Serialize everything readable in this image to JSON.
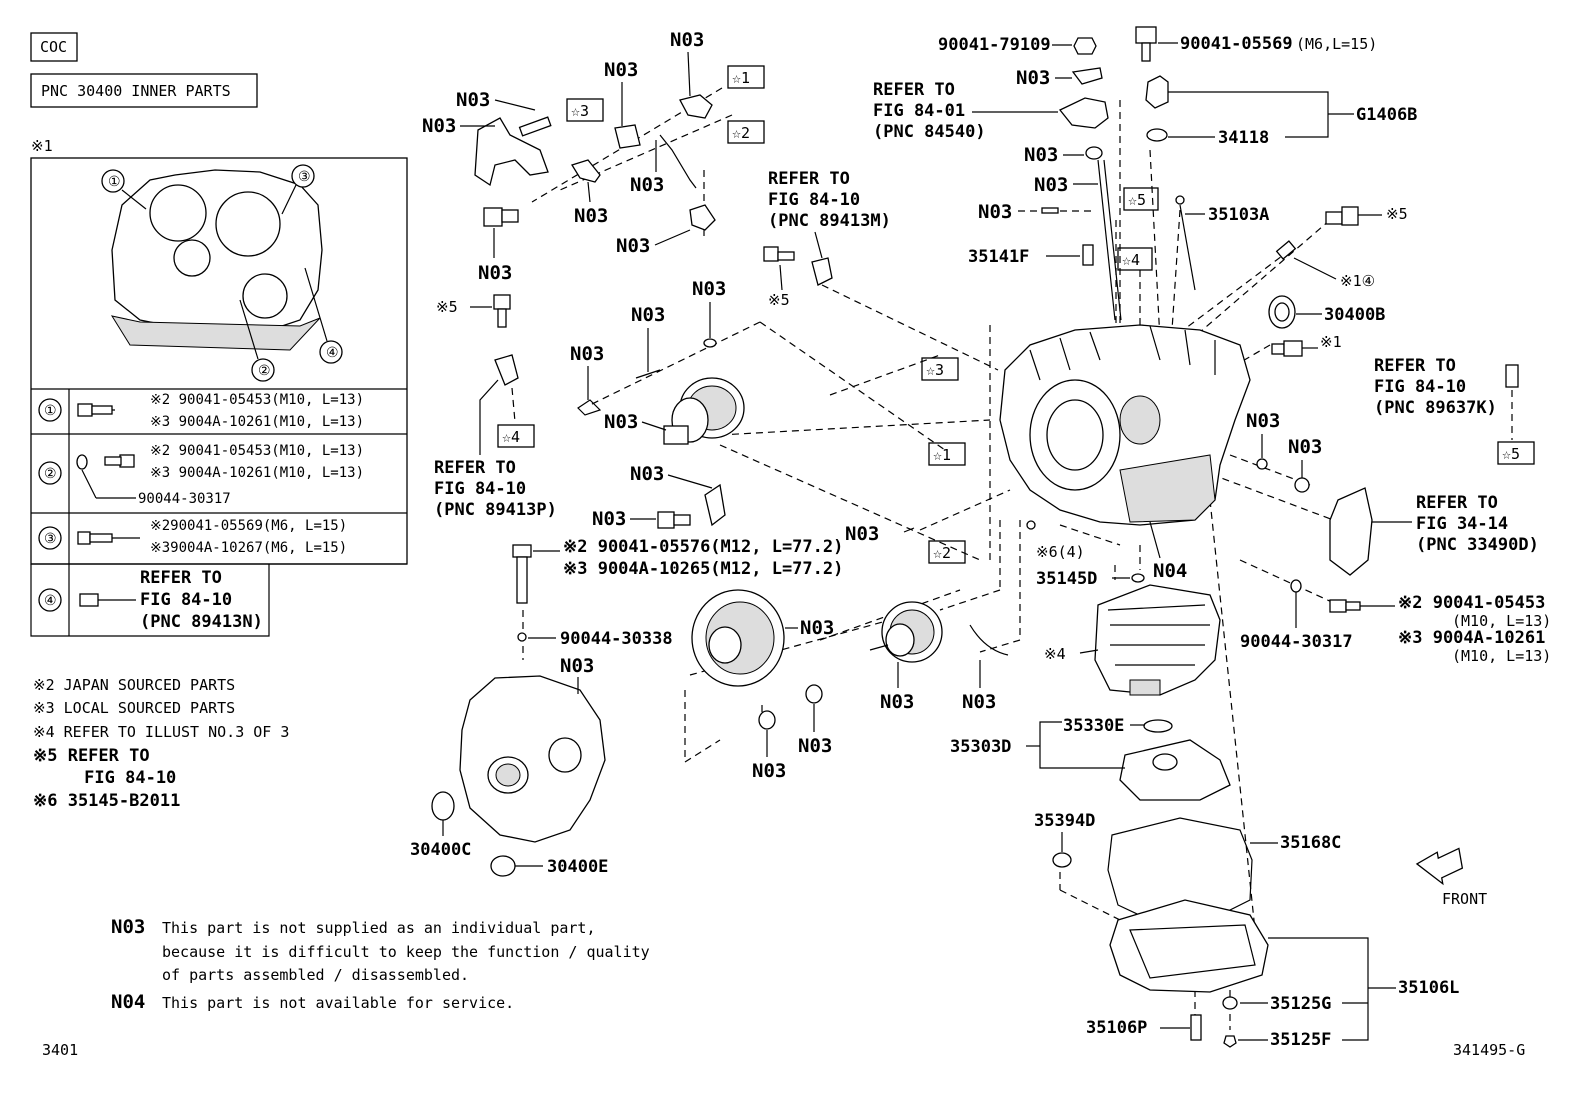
{
  "header": {
    "code": "COC",
    "pnc_title": "PNC 30400 INNER PARTS",
    "note_ref": "※1"
  },
  "inset": {
    "callouts": [
      "①",
      "②",
      "③",
      "④"
    ],
    "rows": [
      {
        "num": "①",
        "lines": [
          "※2 90041-05453(M10, L=13)",
          "※3 9004A-10261(M10, L=13)"
        ]
      },
      {
        "num": "②",
        "lines": [
          "※2 90041-05453(M10, L=13)",
          "※3 9004A-10261(M10, L=13)"
        ],
        "extra": "90044-30317"
      },
      {
        "num": "③",
        "lines": [
          "※290041-05569(M6, L=15)",
          "※39004A-10267(M6, L=15)"
        ]
      },
      {
        "num": "④",
        "lines": [
          "REFER TO",
          "FIG 84-10",
          "(PNC 89413N)"
        ]
      }
    ]
  },
  "legend": {
    "items": [
      "※2 JAPAN SOURCED PARTS",
      "※3 LOCAL SOURCED PARTS",
      "※4 REFER TO ILLUST NO.3 OF 3",
      "※5 REFER TO",
      "     FIG 84-10",
      "※6 35145-B2011"
    ]
  },
  "notes": {
    "n03_code": "N03",
    "n03_lines": [
      "This part is not supplied as an individual part,",
      "because it is difficult to keep the function / quality",
      "of parts assembled / disassembled."
    ],
    "n04_code": "N04",
    "n04_text": "This part is not available for service."
  },
  "footer": {
    "left_code": "3401",
    "right_code": "341495-G",
    "front_label": "FRONT"
  },
  "labels": {
    "n03": "N03",
    "n04": "N04",
    "star1": "☆1",
    "star2": "☆2",
    "star3": "☆3",
    "star4": "☆4",
    "star5": "☆5",
    "k5": "※5",
    "k1": "※1",
    "k1_4": "※1④",
    "k4": "※4",
    "k6": "※6(4)",
    "p_90041_79109": "90041-79109",
    "p_90041_05569_main": "90041-05569",
    "p_90041_05569_spec": "(M6,L=15)",
    "g1406b": "G1406B",
    "p34118": "34118",
    "p35103a": "35103A",
    "p35141f": "35141F",
    "p30400b": "30400B",
    "refer_84_01": [
      "REFER TO",
      "FIG 84-01",
      "(PNC 84540)"
    ],
    "refer_89413m": [
      "REFER TO",
      "FIG 84-10",
      "(PNC 89413M)"
    ],
    "refer_89413p": [
      "REFER TO",
      "FIG 84-10",
      "(PNC 89413P)"
    ],
    "refer_89637k": [
      "REFER TO",
      "FIG 84-10",
      "(PNC 89637K)"
    ],
    "refer_33490d": [
      "REFER TO",
      "FIG 34-14",
      "(PNC 33490D)"
    ],
    "bolt_12": [
      "※2 90041-05576(M12, L=77.2)",
      "※3 9004A-10265(M12, L=77.2)"
    ],
    "p90044_30338": "90044-30338",
    "p35145d": "35145D",
    "p90044_30317": "90044-30317",
    "bolt_10_right": [
      "※2 90041-05453",
      "(M10, L=13)",
      "※3 9004A-10261",
      "(M10, L=13)"
    ],
    "p35330e": "35330E",
    "p35303d": "35303D",
    "p35394d": "35394D",
    "p35168c": "35168C",
    "p30400c": "30400C",
    "p30400e": "30400E",
    "p35106l": "35106L",
    "p35125g": "35125G",
    "p35125f": "35125F",
    "p35106p": "35106P"
  }
}
